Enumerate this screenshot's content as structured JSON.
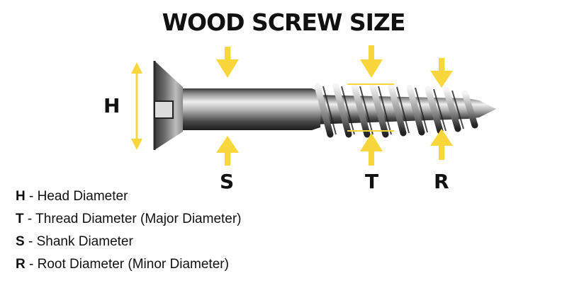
{
  "title": "WOOD SCREW SIZE",
  "colors": {
    "arrow": "#f9d63b",
    "text": "#111111",
    "metal_dark": "#2b2b2b",
    "metal_light": "#e2e2e2"
  },
  "labels": {
    "head": "H",
    "shank": "S",
    "thread": "T",
    "root": "R"
  },
  "legend": [
    {
      "key": "H",
      "sep": " - ",
      "text": "Head Diameter"
    },
    {
      "key": "T",
      "sep": " - ",
      "text": "Thread Diameter (Major Diameter)"
    },
    {
      "key": "S",
      "sep": " - ",
      "text": "Shank Diameter"
    },
    {
      "key": "R",
      "sep": " - ",
      "text": "Root Diameter (Minor Diameter)"
    }
  ]
}
